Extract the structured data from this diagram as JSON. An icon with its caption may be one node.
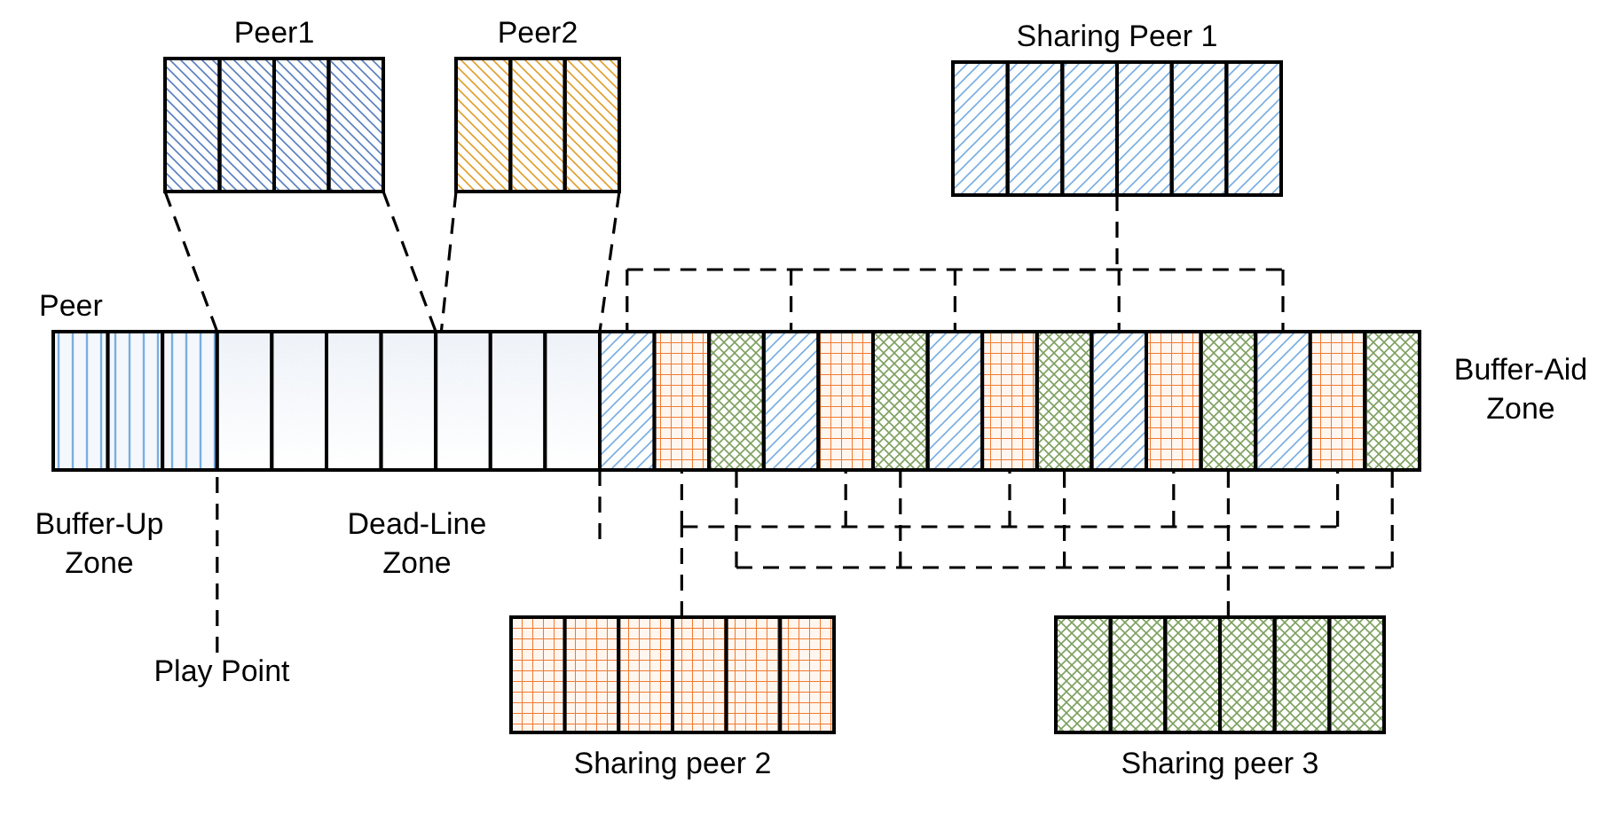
{
  "diagram": {
    "nodes": [
      {
        "text": [
          "Peer1"
        ]
      },
      {
        "text": [
          "Peer2"
        ]
      },
      {
        "text": [
          "Sharing Peer 1"
        ]
      },
      {
        "text": [
          "Peer"
        ]
      },
      {
        "text": [
          "Sharing peer 2"
        ]
      },
      {
        "text": [
          "Sharing peer 3"
        ]
      },
      {
        "text": [
          "Play Point"
        ]
      }
    ],
    "edges": [
      {
        "from": 0,
        "to": 3,
        "arrow": "none",
        "style": "dashed"
      },
      {
        "from": 0,
        "to": 3,
        "arrow": "none",
        "style": "dashed"
      },
      {
        "from": 1,
        "to": 3,
        "arrow": "none",
        "style": "dashed"
      },
      {
        "from": 1,
        "to": 3,
        "arrow": "none",
        "style": "dashed"
      },
      {
        "from": 2,
        "to": 3,
        "arrow": "none",
        "style": "dashed"
      },
      {
        "from": 4,
        "to": 3,
        "arrow": "none",
        "style": "dashed"
      },
      {
        "from": 5,
        "to": 3,
        "arrow": "none",
        "style": "dashed"
      },
      {
        "from": 6,
        "to": 3,
        "arrow": "none",
        "style": "dashed"
      }
    ],
    "labels": [
      "Buffer-Up Zone",
      "Dead-Line Zone",
      "Buffer-Aid Zone"
    ]
  }
}
